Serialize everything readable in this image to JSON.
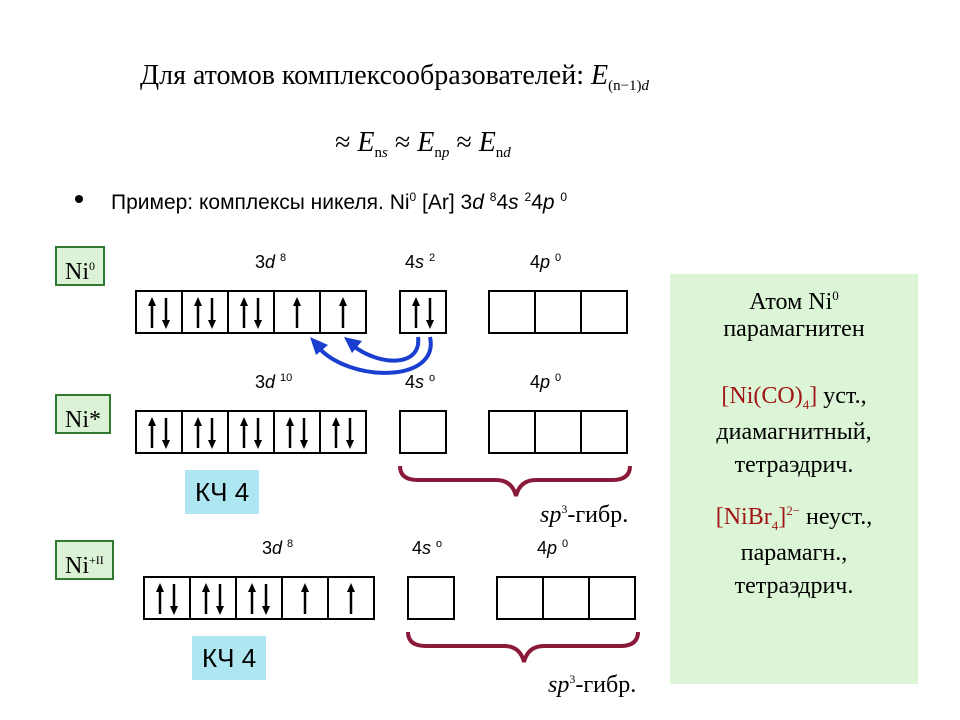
{
  "heading": {
    "text": "Для атомов комплексообразователей: ",
    "e": "E",
    "sub_n": "(n",
    "sub_minus": "−",
    "sub_one": "1)",
    "sub_d": "d"
  },
  "equation": {
    "approx": "≈",
    "e": "E",
    "sub_ns_n": "n",
    "sub_ns_s": "s",
    "sub_np_n": "n",
    "sub_np_p": "p",
    "sub_nd_n": "n",
    "sub_nd_d": "d"
  },
  "bullet": {
    "text": "Пример: комплексы никеля. Ni",
    "sup0": "0",
    "config": " [Ar] 3",
    "d": "d",
    "sup8": "8",
    "four": "4",
    "s": "s",
    "sup2": "2",
    "four_b": "4",
    "p": "p",
    "sup0b": "0"
  },
  "rows": [
    {
      "label": "Ni",
      "label_sup": "0",
      "d_label": "3",
      "d_letter": "d",
      "d_sup": "8",
      "s_label": "4",
      "s_letter": "s",
      "s_sup": "2",
      "p_label": "4",
      "p_letter": "p",
      "p_sup": "0",
      "d_cells": [
        "pair",
        "pair",
        "pair",
        "up",
        "up"
      ],
      "s_cells": [
        "pair"
      ],
      "p_cells": [
        "empty",
        "empty",
        "empty"
      ]
    },
    {
      "label": "Ni*",
      "label_sup": "",
      "d_label": "3",
      "d_letter": "d",
      "d_sup": "10",
      "s_label": "4",
      "s_letter": "s",
      "s_sup": "o",
      "p_label": "4",
      "p_letter": "p",
      "p_sup": "0",
      "d_cells": [
        "pair",
        "pair",
        "pair",
        "pair",
        "pair"
      ],
      "s_cells": [
        "empty"
      ],
      "p_cells": [
        "empty",
        "empty",
        "empty"
      ],
      "kch": "КЧ 4",
      "hybrid": "sp",
      "hybrid_sup": "3",
      "hybrid_suffix": "-гибр."
    },
    {
      "label": "Ni",
      "label_sup": "+II",
      "d_label": "3",
      "d_letter": "d",
      "d_sup": "8",
      "s_label": "4",
      "s_letter": "s",
      "s_sup": "o",
      "p_label": "4",
      "p_letter": "p",
      "p_sup": "0",
      "d_cells": [
        "pair",
        "pair",
        "pair",
        "up",
        "up"
      ],
      "s_cells": [
        "empty"
      ],
      "p_cells": [
        "empty",
        "empty",
        "empty"
      ],
      "kch": "КЧ 4",
      "hybrid": "sp",
      "hybrid_sup": "3",
      "hybrid_suffix": "-гибр."
    }
  ],
  "side": {
    "l1": "Атом Ni",
    "l1_sup": "0",
    "l2": "парамагнитен",
    "c1_a": "[Ni(CO)",
    "c1_sub": "4",
    "c1_b": "]",
    "c1_rest": " уст.,",
    "c1_l2": "диамагнитный,",
    "c1_l3": "тетраэдрич.",
    "c2_a": "[NiBr",
    "c2_sub": "4",
    "c2_b": "]",
    "c2_sup": "2−",
    "c2_rest": " неуст.,",
    "c2_l2": "парамагн.,",
    "c2_l3": "тетраэдрич."
  },
  "colors": {
    "arrow": "#1a3fd0",
    "brace": "#8b1a3a",
    "label_border": "#2f7a2f",
    "label_bg": "#dcf2d6",
    "kch_bg": "#aee6f2",
    "side_bg": "#dcf5d6",
    "complex_red": "#a01515"
  }
}
